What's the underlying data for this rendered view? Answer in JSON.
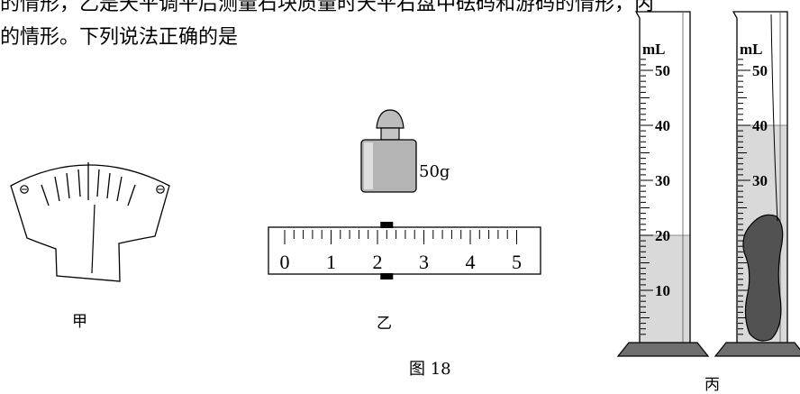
{
  "text": {
    "line1": "的情形，乙是天平调平后测量石块质量时天平右盘中砝码和游码的情形，丙",
    "line2": "的情形。下列说法正确的是"
  },
  "labels": {
    "jia": "甲",
    "yi": "乙",
    "bing": "丙",
    "figure": "图 18",
    "weight": "50g",
    "unit_ml": "mL"
  },
  "scale": {
    "ticks": [
      "0",
      "1",
      "2",
      "3",
      "4",
      "5"
    ],
    "rider_value": 2.2
  },
  "cylinders": {
    "ticks": [
      "50",
      "40",
      "30",
      "20",
      "10"
    ],
    "left_level_ml": 20,
    "right_level_ml": 40
  }
}
